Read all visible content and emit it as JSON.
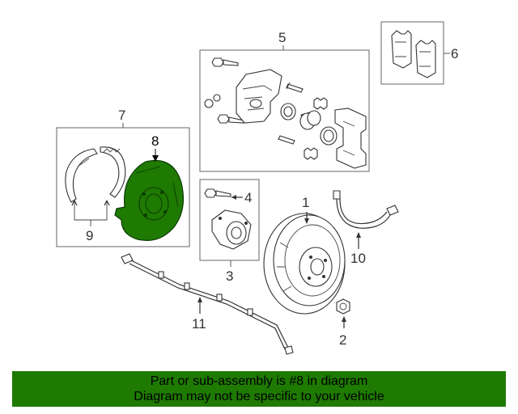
{
  "callouts": {
    "c1": "1",
    "c2": "2",
    "c3": "3",
    "c4": "4",
    "c5": "5",
    "c6": "6",
    "c7": "7",
    "c8": "8",
    "c9": "9",
    "c10": "10",
    "c11": "11"
  },
  "highlight_color": "#1e7a00",
  "banner": {
    "line1": "Part or sub-assembly is #8 in diagram",
    "line2": "Diagram may not be specific to your vehicle"
  }
}
